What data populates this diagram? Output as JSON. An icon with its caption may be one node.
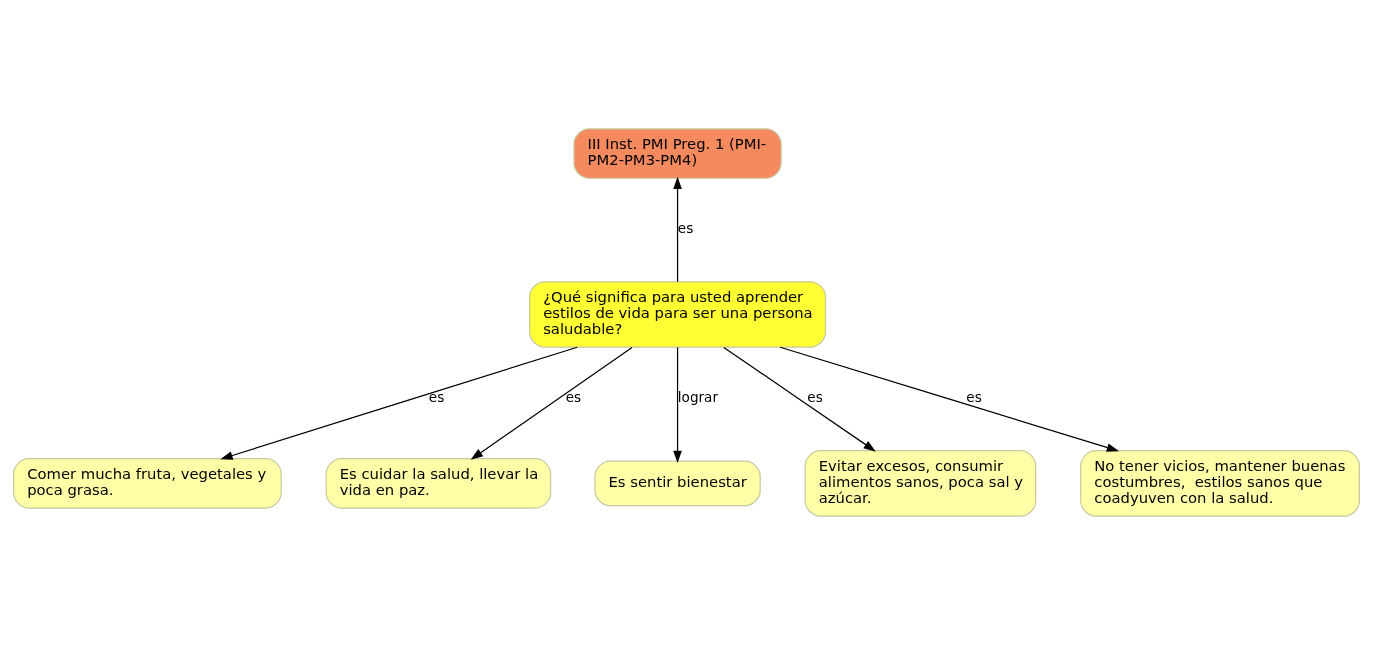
{
  "diagram": {
    "nodes": [
      {
        "text": [
          "III Inst. PMI Preg. 1 (PMI-PM2-PM3-PM4)"
        ]
      },
      {
        "text": [
          "¿Qué significa para usted aprender estilos de vida para ser una persona saludable?"
        ]
      },
      {
        "text": [
          "Comer mucha fruta, vegetales y poca grasa."
        ]
      },
      {
        "text": [
          "Es cuidar la salud, llevar la vida en paz."
        ]
      },
      {
        "text": [
          "Es sentir bienestar"
        ]
      },
      {
        "text": [
          "Evitar excesos, consumir alimentos sanos, poca sal y azúcar."
        ]
      },
      {
        "text": [
          "No tener vicios, mantener buenas costumbres,  estilos sanos que coadyuven con la salud."
        ]
      }
    ],
    "edges": [
      {
        "from": 1,
        "to": 0,
        "arrow": "to",
        "label": "es"
      },
      {
        "from": 1,
        "to": 2,
        "arrow": "to",
        "label": "es"
      },
      {
        "from": 1,
        "to": 4,
        "arrow": "to",
        "label": "lograr"
      },
      {
        "from": 1,
        "to": 6,
        "arrow": "to",
        "label": "es"
      },
      {
        "from": 1,
        "to": 5,
        "arrow": "to",
        "label": "es"
      },
      {
        "from": 1,
        "to": 3,
        "arrow": "to",
        "label": "es"
      }
    ]
  }
}
